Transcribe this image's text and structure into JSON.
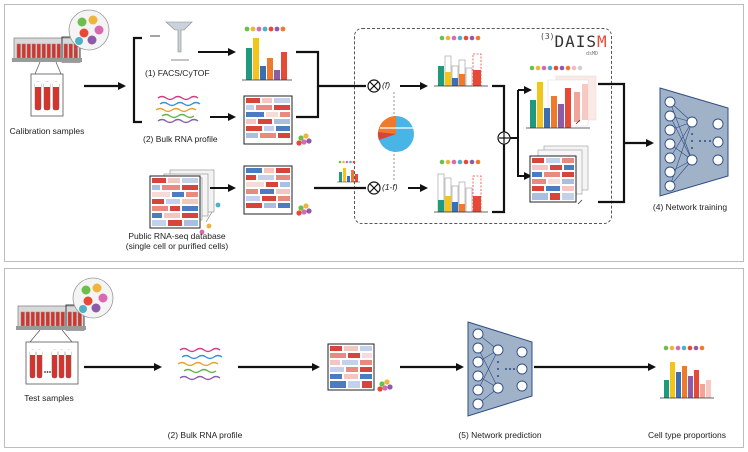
{
  "top": {
    "calibration_label": "Calibration samples",
    "facs_label": "(1) FACS/CyTOF",
    "bulk_label": "(2) Bulk RNA profile",
    "public_db_line1": "Public RNA-seq database",
    "public_db_line2": "(single cell or purified cells)",
    "f_label": "(f)",
    "one_minus_f_label": "(1-f)",
    "daism_prefix": "(3)",
    "daism_main": "DAIS",
    "daism_m": "M",
    "daism_sub": "dsMD",
    "network_training_label": "(4) Network training"
  },
  "bottom": {
    "test_label": "Test samples",
    "bulk_label": "(2) Bulk RNA profile",
    "network_prediction_label": "(5) Network prediction",
    "cell_type_label": "Cell type proportions"
  },
  "colors": {
    "teal": "#1f9a7f",
    "yellow": "#f3c419",
    "blue": "#3b6fb4",
    "orange": "#f07a2c",
    "red": "#e64a36",
    "purple": "#8e5ba6",
    "heat_red": "#d6453c",
    "heat_blue": "#4c7bbf",
    "network_fill": "#9fb2c8",
    "network_line": "#2f4d86"
  }
}
